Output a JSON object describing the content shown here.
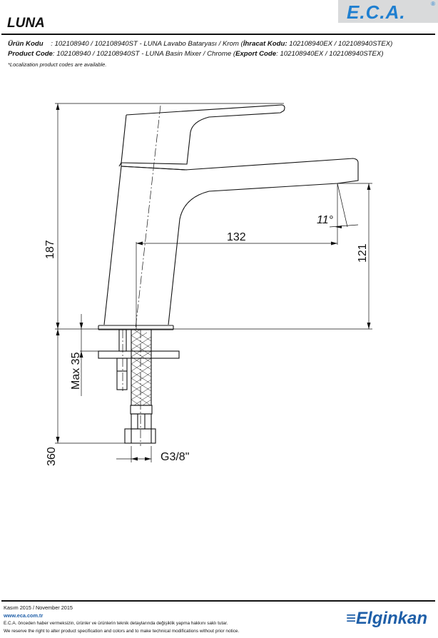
{
  "header": {
    "brand_logo": "E.C.A.",
    "registered_mark": "®",
    "title": "LUNA"
  },
  "product_info": {
    "tr_label": "Ürün Kodu",
    "tr_text": ": 102108940 / 102108940ST - LUNA Lavabo Bataryası  / Krom (",
    "tr_export_label": "İhracat Kodu:",
    "tr_export_text": " 102108940EX / 102108940STEX)",
    "en_label": "Product Code",
    "en_text": ": 102108940 / 102108940ST - LUNA Basin Mixer / Chrome (",
    "en_export_label": "Export Code",
    "en_export_text": ": 102108940EX / 102108940STEX)",
    "note": "*Localization product codes are available."
  },
  "drawing": {
    "dim_height_total": "187",
    "dim_reach": "132",
    "dim_spout_height": "121",
    "dim_angle": "11°",
    "dim_hose_length": "360",
    "dim_max_thickness": "Max 35",
    "dim_connection": "G3/8\""
  },
  "footer": {
    "date": "Kasım 2015 / November 2015",
    "website": "www.eca.com.tr",
    "disclaimer_tr": "E.C.A. önceden haber vermeksizin, ürünler ve ürünlerin teknik detaylarında değişiklik yapma hakkını saklı tutar.",
    "disclaimer_en": "We reserve the right to alter product specification and colors and to make technical modifications without prior notice.",
    "company_logo": "Elginkan"
  }
}
